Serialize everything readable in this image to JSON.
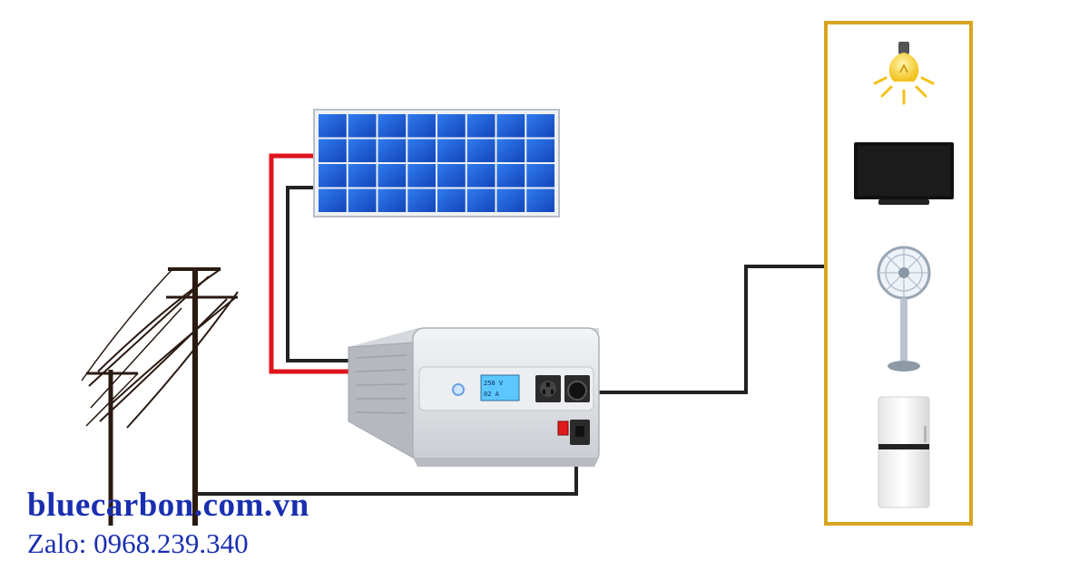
{
  "brand": {
    "website": "bluecarbon.com.vn",
    "contact": "Zalo: 0968.239.340"
  },
  "inverter": {
    "lcd_line1": "250 V",
    "lcd_line2": "02 A"
  },
  "appliances": [
    {
      "name": "light-bulb"
    },
    {
      "name": "television"
    },
    {
      "name": "electric-fan"
    },
    {
      "name": "refrigerator"
    }
  ],
  "colors": {
    "panel_blue": "#1f5fd6",
    "positive_wire": "#e0141c",
    "negative_wire": "#222222",
    "appliance_frame": "#d9a520",
    "brand_text": "#1a2fb0"
  }
}
